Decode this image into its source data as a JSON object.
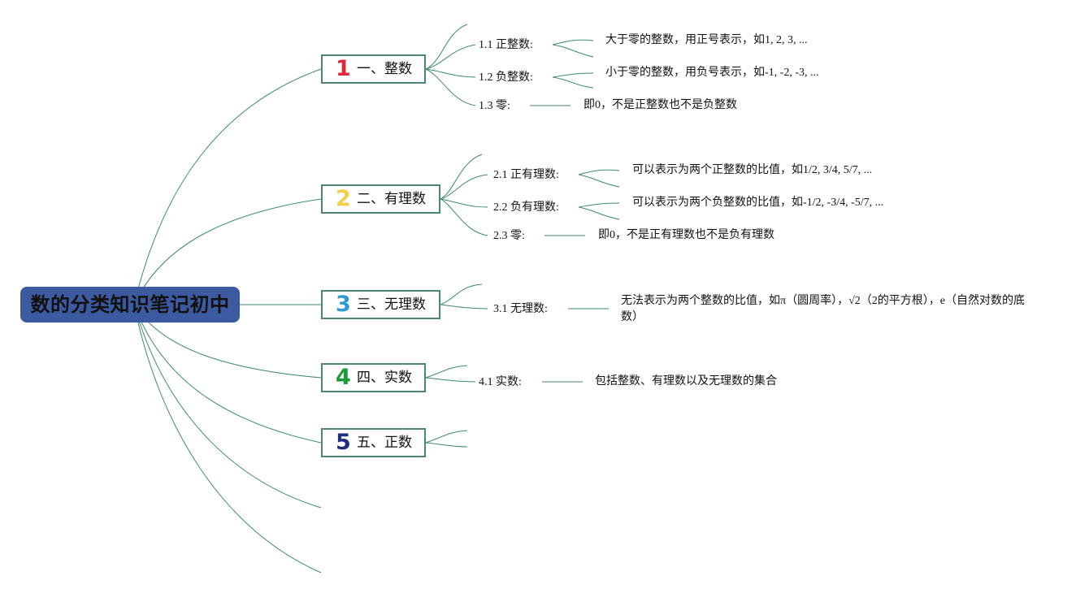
{
  "root": {
    "title": "数的分类知识笔记初中"
  },
  "colors": {
    "line": "#3f8a6e",
    "root_bg": "#3b5aa0",
    "border": "#4a8874"
  },
  "branches": [
    {
      "num": "1",
      "num_color": "#e0283c",
      "label": "一、整数",
      "children": [
        {
          "label": "1.1 正整数:",
          "desc": "大于零的整数，用正号表示，如1, 2, 3, ..."
        },
        {
          "label": "1.2 负整数:",
          "desc": "小于零的整数，用负号表示，如-1, -2, -3, ..."
        },
        {
          "label": "1.3 零:",
          "desc": "即0，不是正整数也不是负整数"
        }
      ]
    },
    {
      "num": "2",
      "num_color": "#f2cf4a",
      "label": "二、有理数",
      "children": [
        {
          "label": "2.1 正有理数:",
          "desc": "可以表示为两个正整数的比值，如1/2, 3/4, 5/7, ..."
        },
        {
          "label": "2.2 负有理数:",
          "desc": "可以表示为两个负整数的比值，如-1/2, -3/4, -5/7, ..."
        },
        {
          "label": "2.3 零:",
          "desc": "即0，不是正有理数也不是负有理数"
        }
      ]
    },
    {
      "num": "3",
      "num_color": "#2e9bd6",
      "label": "三、无理数",
      "children": [
        {
          "label": "3.1 无理数:",
          "desc": "无法表示为两个整数的比值，如π（圆周率），√2（2的平方根），e（自然对数的底数）"
        }
      ]
    },
    {
      "num": "4",
      "num_color": "#1a9a3a",
      "label": "四、实数",
      "children": [
        {
          "label": "4.1 实数:",
          "desc": "包括整数、有理数以及无理数的集合"
        }
      ]
    },
    {
      "num": "5",
      "num_color": "#1f2f80",
      "label": "五、正数",
      "children": []
    }
  ]
}
